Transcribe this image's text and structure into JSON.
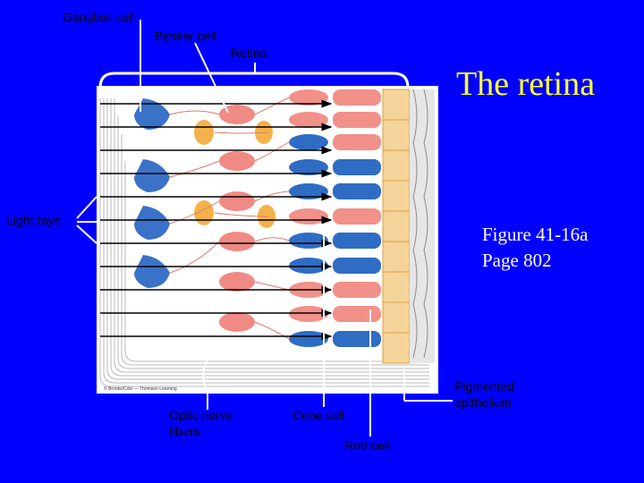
{
  "title": "The retina",
  "figure_ref": {
    "line1": "Figure 41-16a",
    "line2": "Page 802"
  },
  "labels": {
    "ganglion_cell": "Ganglion cell",
    "bipolar_cell": "Bipolar cell",
    "retina": "Retina",
    "light_rays": "Light rays",
    "optic_nerve_fibers_1": "Optic nerve",
    "optic_nerve_fibers_2": "fibers",
    "cone_cell": "Cone cell",
    "rod_cell": "Rod cell",
    "pigmented_epithelium_1": "Pigmented",
    "pigmented_epithelium_2": "epithelium"
  },
  "copyright": "© Brooks/Cole — Thomson Learning",
  "colors": {
    "background": "#0000ff",
    "title": "#ffff33",
    "ganglion": "#3a72c8",
    "bipolar": "#f08a84",
    "amacrine": "#f5b24a",
    "cone": "#2f6cc4",
    "rod": "#f2908a",
    "pigment": "#f5d49a"
  }
}
